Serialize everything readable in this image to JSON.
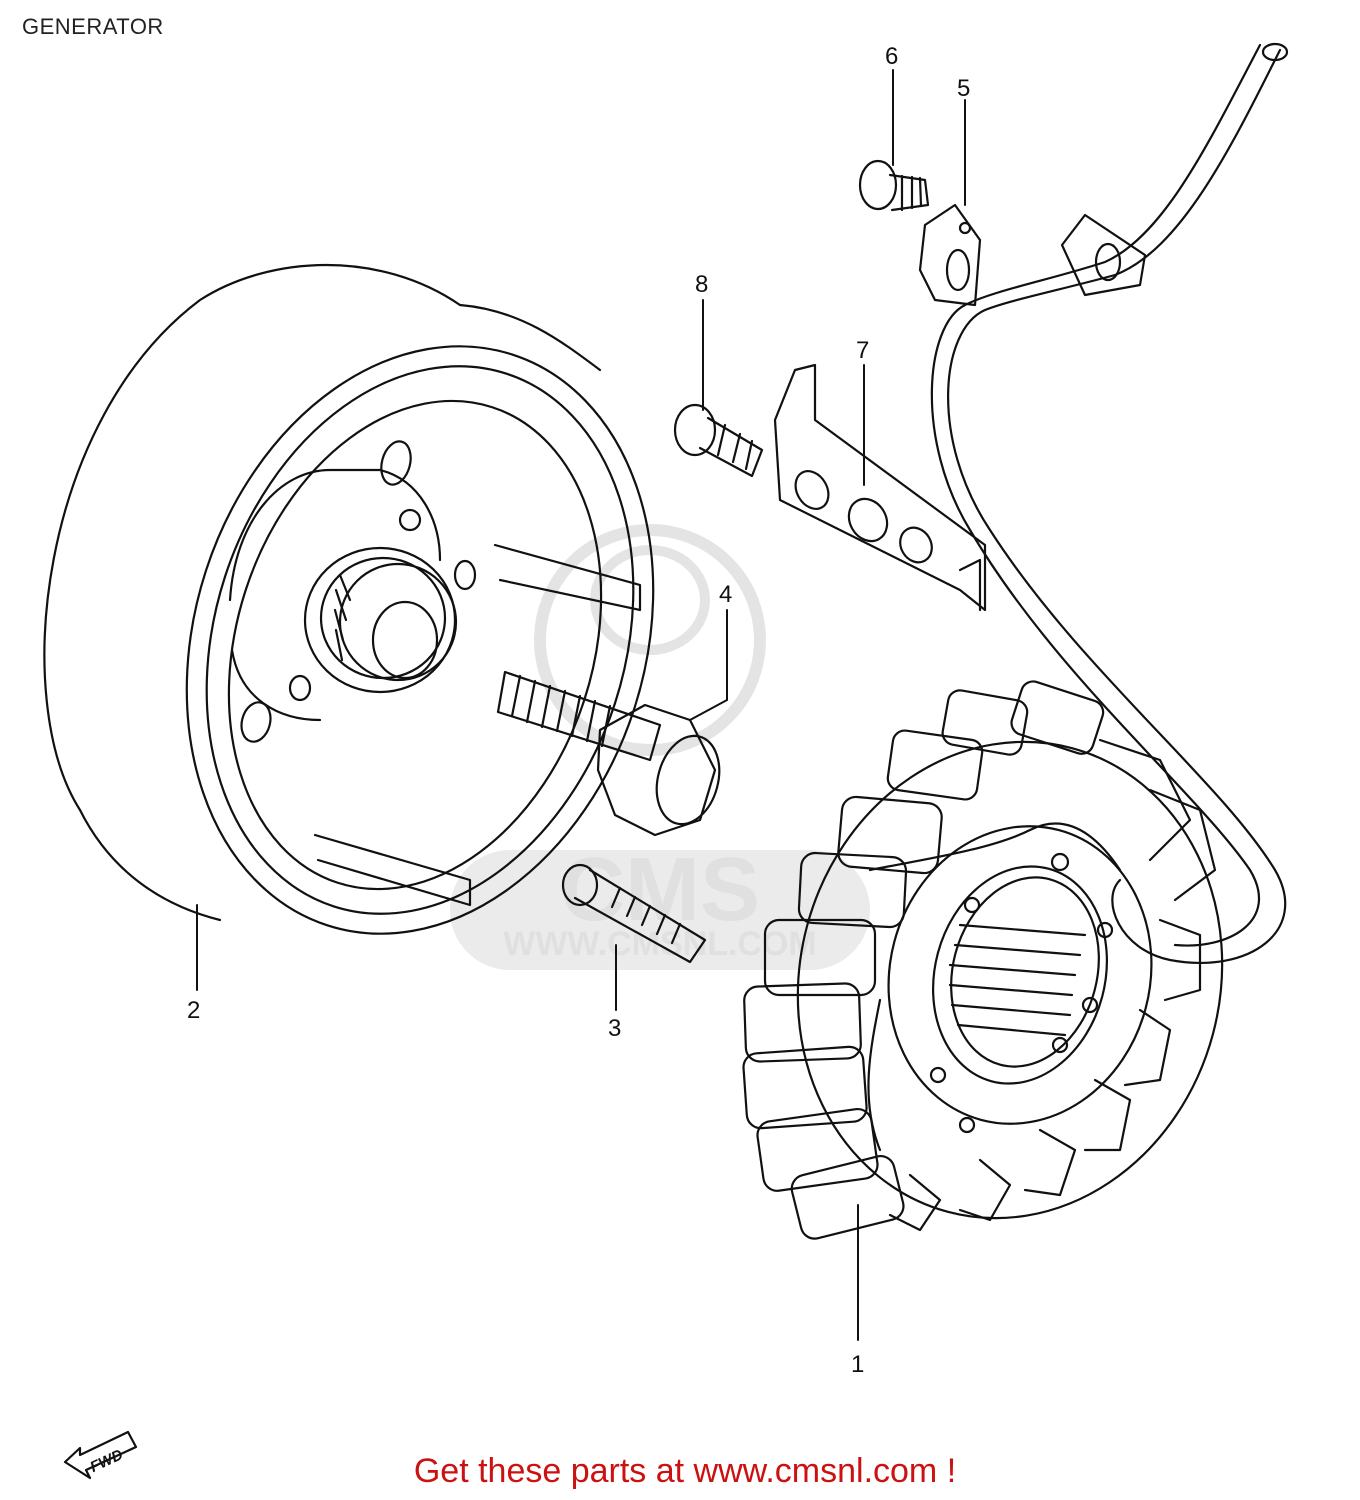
{
  "page": {
    "title": "GENERATOR",
    "footer_link": "Get these parts at www.cmsnl.com !"
  },
  "watermark": {
    "brand": "CMS",
    "url": "WWW.CMSNL.COM"
  },
  "callouts": [
    {
      "number": "1",
      "part": "stator"
    },
    {
      "number": "2",
      "part": "rotor"
    },
    {
      "number": "3",
      "part": "bolt"
    },
    {
      "number": "4",
      "part": "rotor-bolt"
    },
    {
      "number": "5",
      "part": "clamp"
    },
    {
      "number": "6",
      "part": "screw"
    },
    {
      "number": "7",
      "part": "plate"
    },
    {
      "number": "8",
      "part": "screw"
    }
  ],
  "fwd_label": "FWD",
  "colors": {
    "line": "#111111",
    "footer": "#cc1111",
    "watermark": "#dddddd"
  }
}
